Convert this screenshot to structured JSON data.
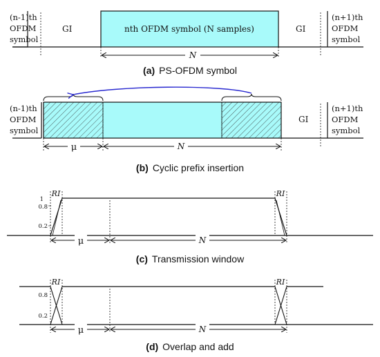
{
  "panel_a": {
    "left_symbol": [
      "(n-1)th",
      "OFDM",
      "symbol"
    ],
    "gi_left": "GI",
    "main_symbol": "nth  OFDM symbol (N samples)",
    "gi_right": "GI",
    "right_symbol": [
      "(n+1)th",
      "OFDM",
      "symbol"
    ],
    "n_label": "N",
    "caption_letter": "(a)",
    "caption_text": "PS-OFDM symbol"
  },
  "panel_b": {
    "left_symbol": [
      "(n-1)th",
      "OFDM",
      "symbol"
    ],
    "gi": "GI",
    "right_symbol": [
      "(n+1)th",
      "OFDM",
      "symbol"
    ],
    "mu_label": "μ",
    "n_label": "N",
    "caption_letter": "(b)",
    "caption_text": "Cyclic prefix insertion"
  },
  "panel_c": {
    "ri_left": "RI",
    "ri_right": "RI",
    "tick_1": "1",
    "tick_08": "0.8",
    "tick_02": "0.2",
    "mu_label": "μ",
    "n_label": "N",
    "caption_letter": "(c)",
    "caption_text": "Transmission window"
  },
  "panel_d": {
    "ri_left": "RI",
    "ri_right": "RI",
    "tick_08": "0.8",
    "tick_02": "0.2",
    "mu_label": "μ",
    "n_label": "N",
    "caption_letter": "(d)",
    "caption_text": "Overlap and add"
  },
  "colors": {
    "fill": "#a8fafa",
    "arrow": "#2a2ad0",
    "line": "#111111"
  }
}
